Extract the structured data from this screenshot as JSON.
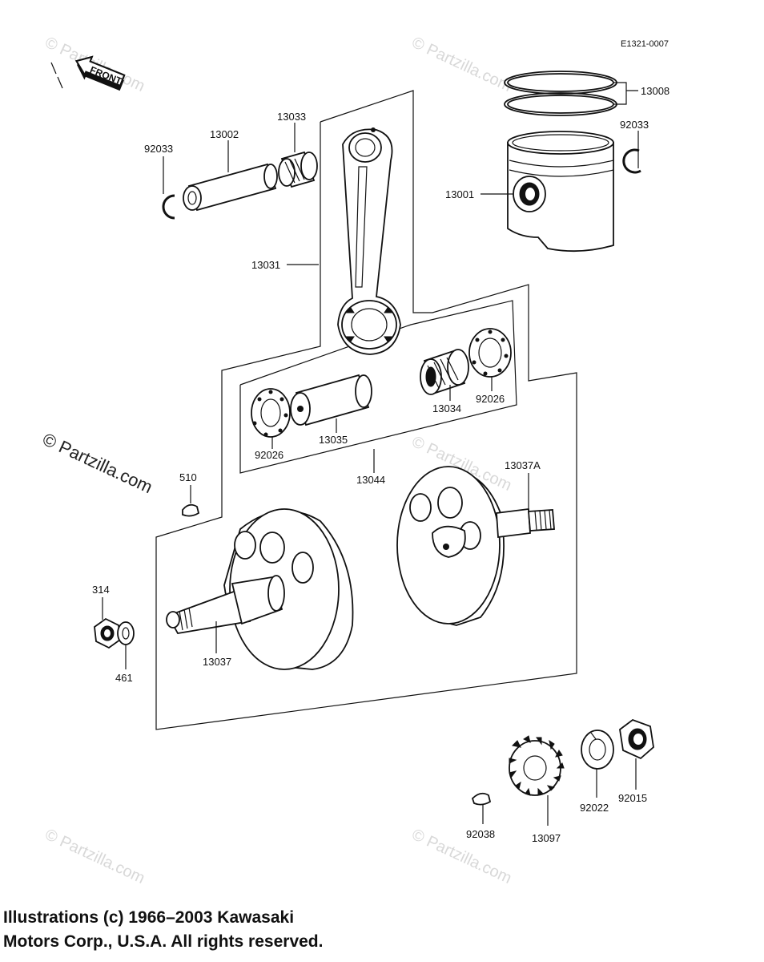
{
  "diagram_code": "E1321-0007",
  "front_label": "FRONT",
  "watermark_text": "© Partzilla.com",
  "parts": {
    "p13008": "13008",
    "p92033_right": "92033",
    "p13001": "13001",
    "p92033_left": "92033",
    "p13002": "13002",
    "p13033": "13033",
    "p13031": "13031",
    "p13034": "13034",
    "p92026_right": "92026",
    "p92026_left": "92026",
    "p13035": "13035",
    "p13044": "13044",
    "p510": "510",
    "p13037A": "13037A",
    "p314": "314",
    "p461": "461",
    "p13037": "13037",
    "p92038": "92038",
    "p13097": "13097",
    "p92022": "92022",
    "p92015": "92015"
  },
  "copyright_line1": "Illustrations (c) 1966–2003 Kawasaki",
  "copyright_line2": "Motors Corp., U.S.A.  All rights reserved."
}
